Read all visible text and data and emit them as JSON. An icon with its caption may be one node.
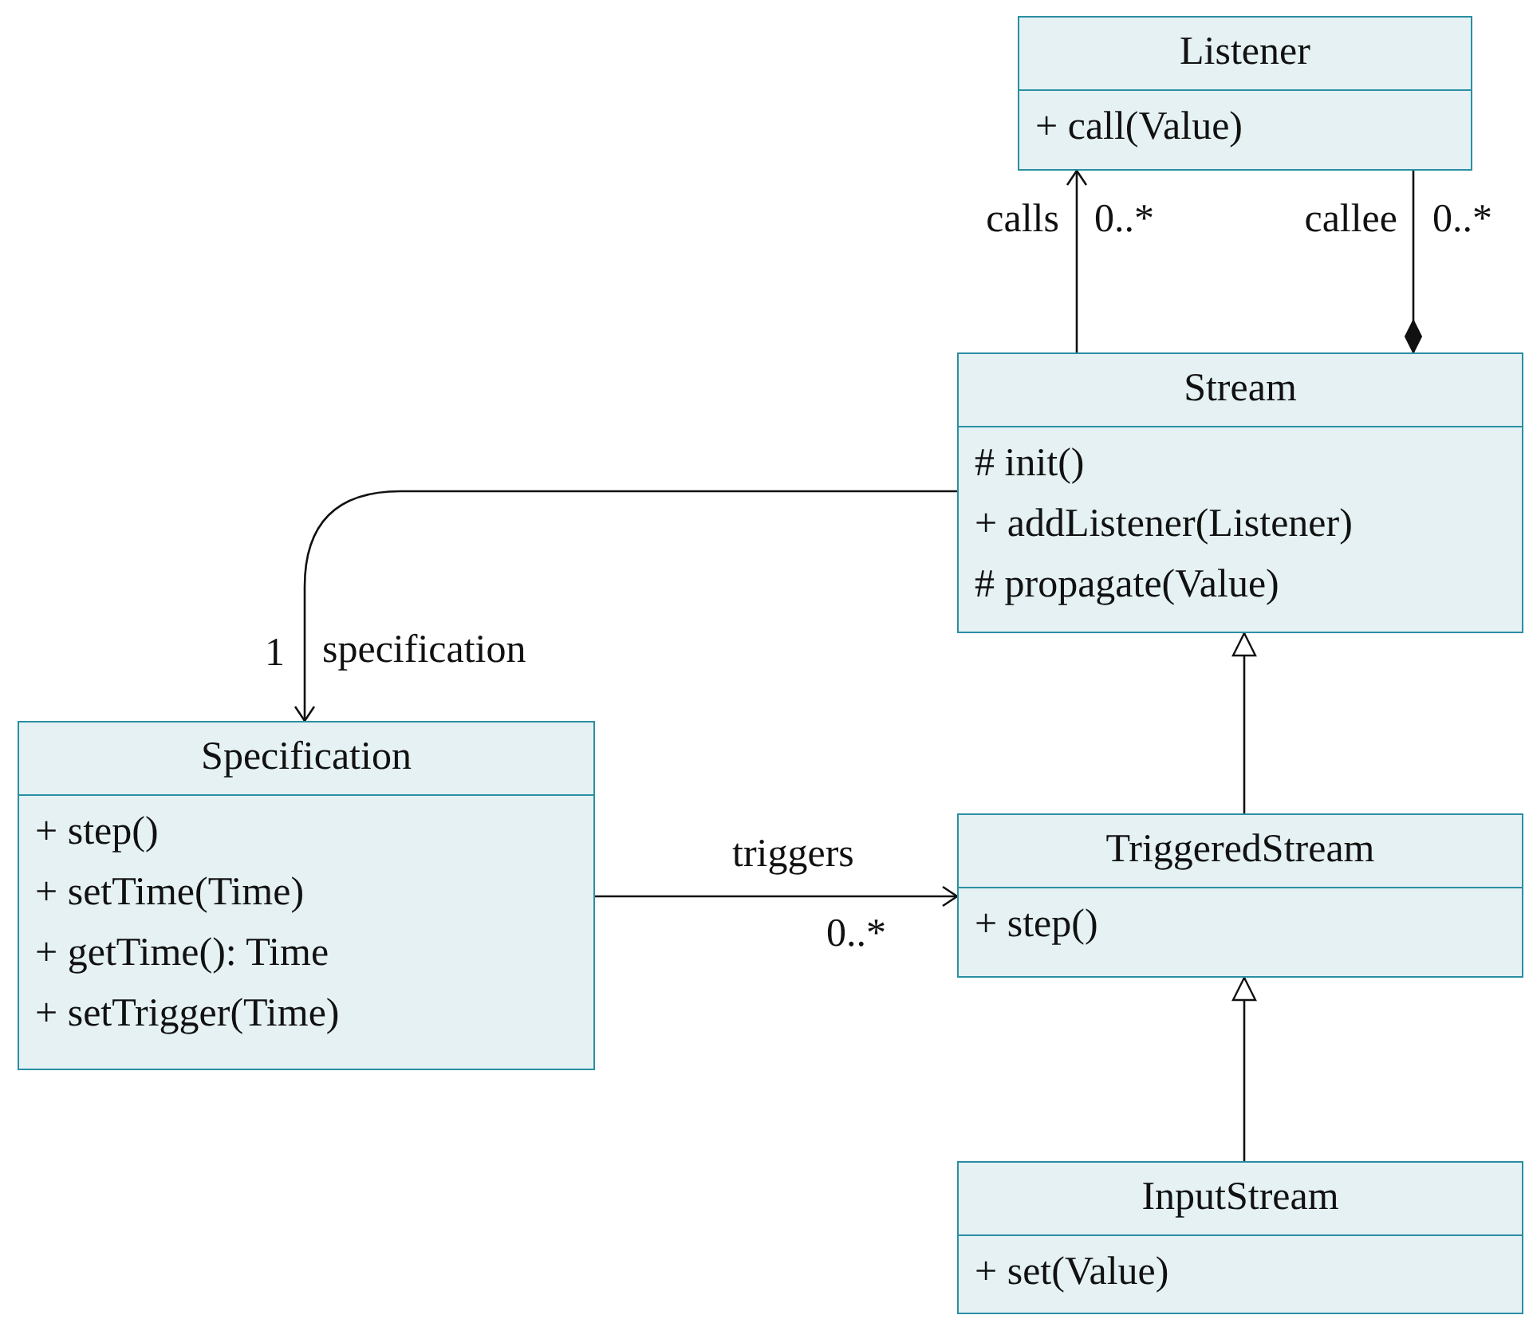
{
  "diagram": {
    "nodes": [
      {
        "text": [
          "Listener",
          "+ call(Value)"
        ]
      },
      {
        "text": [
          "Stream",
          "# init()",
          "+ addListener(Listener)",
          "# propagate(Value)"
        ]
      },
      {
        "text": [
          "Specification",
          "+ step()",
          "+ setTime(Time)",
          "+ getTime(): Time",
          "+ setTrigger(Time)"
        ]
      },
      {
        "text": [
          "TriggeredStream",
          "+ step()"
        ]
      },
      {
        "text": [
          "InputStream",
          "+ set(Value)"
        ]
      }
    ],
    "edges": [
      {
        "from": 1,
        "to": 0,
        "arrow": "to",
        "label": "calls"
      },
      {
        "from": 0,
        "to": 1,
        "arrow": "other",
        "label": "callee"
      },
      {
        "from": 1,
        "to": 2,
        "arrow": "to",
        "label": "specification"
      },
      {
        "from": 2,
        "to": 3,
        "arrow": "to",
        "label": "triggers"
      },
      {
        "from": 3,
        "to": 1,
        "arrow": "to"
      },
      {
        "from": 4,
        "to": 3,
        "arrow": "to"
      }
    ],
    "labels": [
      "0..*",
      "0..*",
      "1",
      "0..*"
    ]
  }
}
